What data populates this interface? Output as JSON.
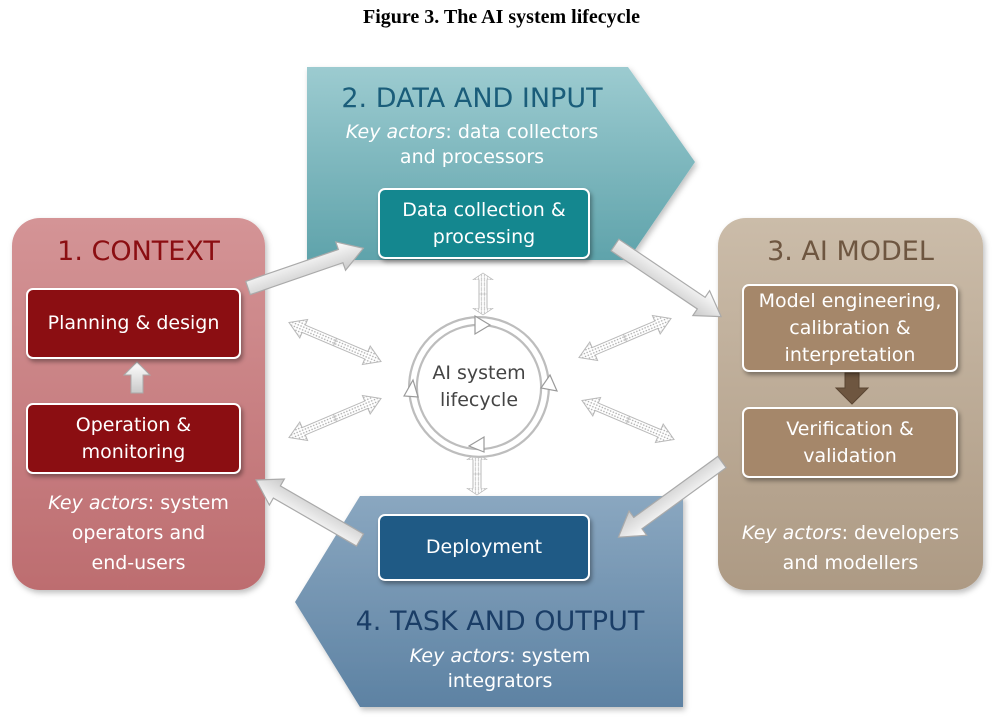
{
  "title": "Figure 3. The AI system lifecycle",
  "colors": {
    "context": "#c97e80",
    "context_box": "#8b0e12",
    "data_input": "#7cb6bd",
    "data_box": "#14878f",
    "ai_model": "#bba995",
    "model_box": "#a5876a",
    "task_output": "#7796b2",
    "task_box": "#1f5a85"
  },
  "context": {
    "title": "1. CONTEXT",
    "box_planning": "Planning & design",
    "box_operation_line1": "Operation &",
    "box_operation_line2": "monitoring",
    "actors_label": "Key actors",
    "actors_line1": ": system",
    "actors_line2": "operators and",
    "actors_line3": "end-users"
  },
  "data_input": {
    "title": "2. DATA AND INPUT",
    "actors_label": "Key actors",
    "actors_line1": ": data collectors",
    "actors_line2": "and processors",
    "box_line1": "Data collection &",
    "box_line2": "processing"
  },
  "ai_model": {
    "title": "3. AI MODEL",
    "box_model_line1": "Model engineering,",
    "box_model_line2": "calibration &",
    "box_model_line3": "interpretation",
    "box_verif_line1": "Verification &",
    "box_verif_line2": "validation",
    "actors_label": "Key actors",
    "actors_line1": ": developers",
    "actors_line2": "and modellers"
  },
  "task_output": {
    "title": "4. TASK AND OUTPUT",
    "actors_label": "Key actors",
    "actors_line1": ": system",
    "actors_line2": "integrators",
    "box": "Deployment"
  },
  "center": {
    "line1": "AI system",
    "line2": "lifecycle"
  }
}
